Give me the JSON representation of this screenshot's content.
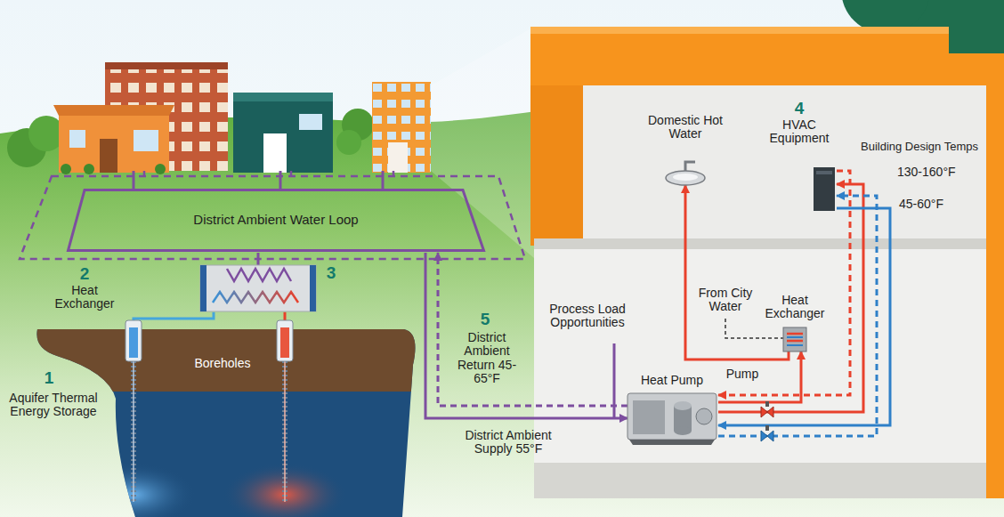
{
  "diagram": {
    "nodes": [
      {
        "text": [
          "District Ambient Water Loop"
        ]
      },
      {
        "text": [
          "2",
          "Heat Exchanger"
        ]
      },
      {
        "text": [
          "Boreholes"
        ]
      },
      {
        "text": [
          "Heat Pump"
        ]
      },
      {
        "text": [
          "Heat Exchanger"
        ]
      },
      {
        "text": [
          "Domestic Hot Water"
        ]
      },
      {
        "text": [
          "4",
          "HVAC Equipment"
        ]
      }
    ],
    "edges": [
      {
        "from": 0,
        "to": 1,
        "arrow": "none"
      },
      {
        "from": 1,
        "to": 2,
        "arrow": "none"
      },
      {
        "from": 1,
        "to": 2,
        "arrow": "none"
      },
      {
        "from": 0,
        "to": 3,
        "arrow": "to",
        "label": "District Ambient Supply 55°F"
      },
      {
        "from": 3,
        "to": 0,
        "arrow": "to",
        "label": "District Ambient Return 45-65°F"
      },
      {
        "from": 3,
        "to": 4,
        "arrow": "to"
      },
      {
        "from": 4,
        "to": 5,
        "arrow": "to"
      },
      {
        "from": 3,
        "to": 6,
        "arrow": "to"
      },
      {
        "from": 6,
        "to": 3,
        "arrow": "to"
      },
      {
        "from": 3,
        "to": 6,
        "arrow": "to"
      },
      {
        "from": 6,
        "to": 3,
        "arrow": "to"
      }
    ],
    "labels": [
      "1",
      "Aquifer Thermal Energy Storage",
      "3",
      "5",
      "Process Load Opportunities",
      "From City Water",
      "Pump",
      "Building Design Temps",
      "130-160°F",
      "45-60°F"
    ]
  }
}
